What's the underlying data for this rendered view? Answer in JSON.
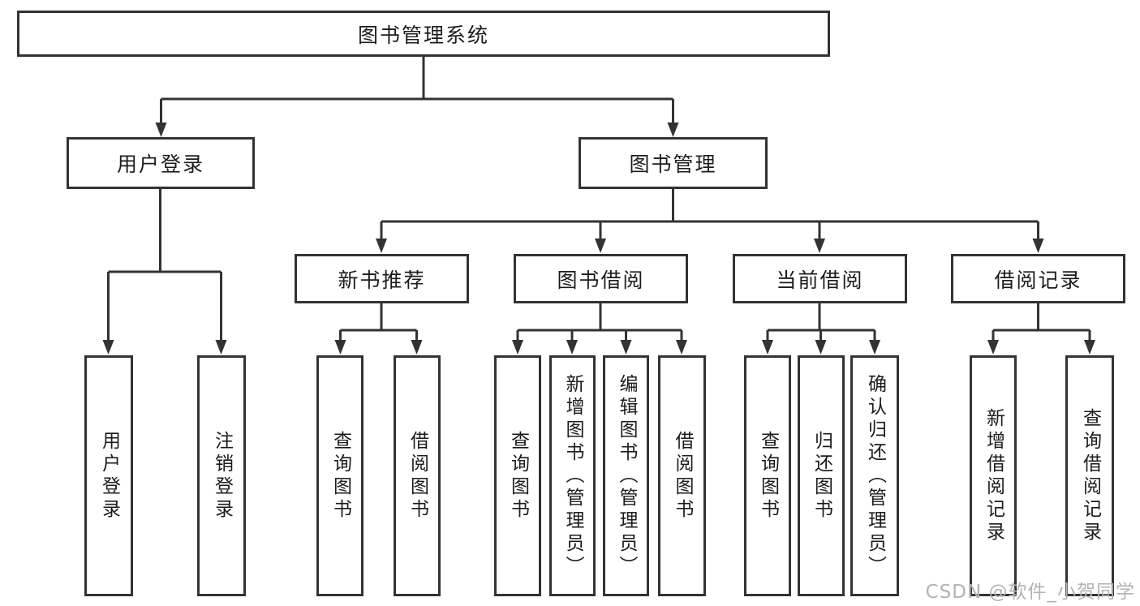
{
  "tree": {
    "label": "图书管理系统",
    "children": [
      {
        "label": "用户登录",
        "children": [
          {
            "label": "用户登录"
          },
          {
            "label": "注销登录"
          }
        ]
      },
      {
        "label": "图书管理",
        "children": [
          {
            "label": "新书推荐",
            "children": [
              {
                "label": "查询图书"
              },
              {
                "label": "借阅图书"
              }
            ]
          },
          {
            "label": "图书借阅",
            "children": [
              {
                "label": "查询图书"
              },
              {
                "label": "新增图书（管理员）"
              },
              {
                "label": "编辑图书（管理员）"
              },
              {
                "label": "借阅图书"
              }
            ]
          },
          {
            "label": "当前借阅",
            "children": [
              {
                "label": "查询图书"
              },
              {
                "label": "归还图书"
              },
              {
                "label": "确认归还（管理员）"
              }
            ]
          },
          {
            "label": "借阅记录",
            "children": [
              {
                "label": "新增借阅记录"
              },
              {
                "label": "查询借阅记录"
              }
            ]
          }
        ]
      }
    ]
  },
  "watermark": {
    "text": "CSDN @软件_小贺同学"
  },
  "colors": {
    "line": "#333333",
    "box_border": "#333333",
    "box_fill": "#ffffff",
    "text": "#1c1c1c",
    "background": "#ffffff",
    "watermark": "#b3b3b3"
  }
}
